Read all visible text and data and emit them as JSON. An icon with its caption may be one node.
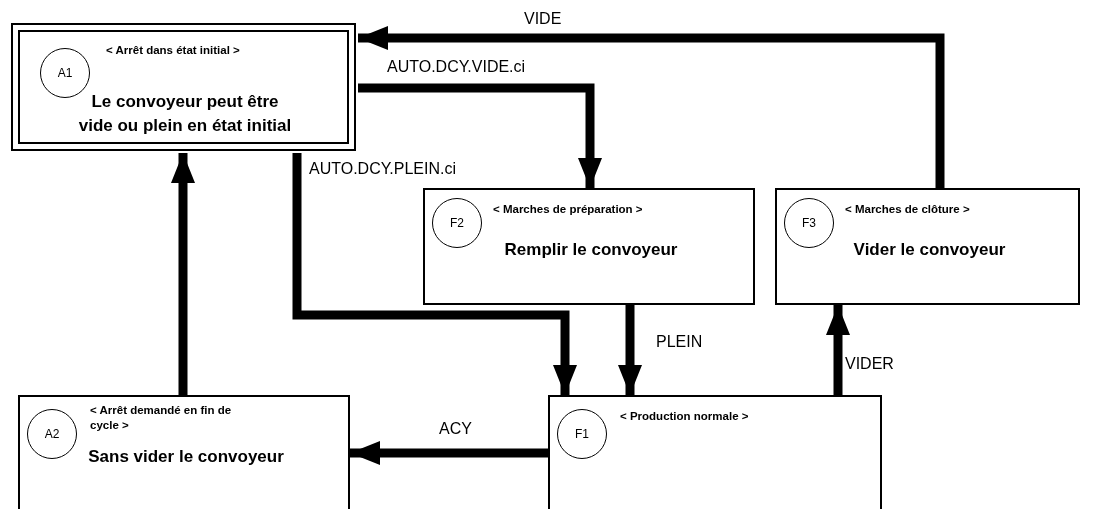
{
  "diagram": {
    "nodes": [
      {
        "text": [
          "< Arrêt dans état initial >",
          "Le convoyeur peut être vide ou plein en état initial"
        ]
      },
      {
        "text": [
          "A1"
        ],
        "in": 0
      },
      {
        "text": [
          "< Marches de préparation >",
          "Remplir le convoyeur"
        ]
      },
      {
        "text": [
          "F2"
        ],
        "in": 2
      },
      {
        "text": [
          "< Marches de clôture >",
          "Vider le convoyeur"
        ]
      },
      {
        "text": [
          "F3"
        ],
        "in": 4
      },
      {
        "text": [
          "< Arrêt demandé en fin de cycle >",
          "Sans vider le convoyeur"
        ]
      },
      {
        "text": [
          "A2"
        ],
        "in": 6
      },
      {
        "text": [
          "< Production normale >"
        ]
      },
      {
        "text": [
          "F1"
        ],
        "in": 8
      }
    ],
    "edges": [
      {
        "from": 4,
        "to": 0,
        "arrow": "to",
        "label": "VIDE"
      },
      {
        "from": 0,
        "to": 2,
        "arrow": "to",
        "label": "AUTO.DCY.VIDE.ci"
      },
      {
        "from": 0,
        "to": 8,
        "arrow": "to",
        "label": "AUTO.DCY.PLEIN.ci"
      },
      {
        "from": 2,
        "to": 8,
        "arrow": "to",
        "label": "PLEIN"
      },
      {
        "from": 8,
        "to": 4,
        "arrow": "to",
        "label": "VIDER"
      },
      {
        "from": 8,
        "to": 6,
        "arrow": "to",
        "label": "ACY"
      },
      {
        "from": 6,
        "to": 0,
        "arrow": "to"
      }
    ]
  }
}
